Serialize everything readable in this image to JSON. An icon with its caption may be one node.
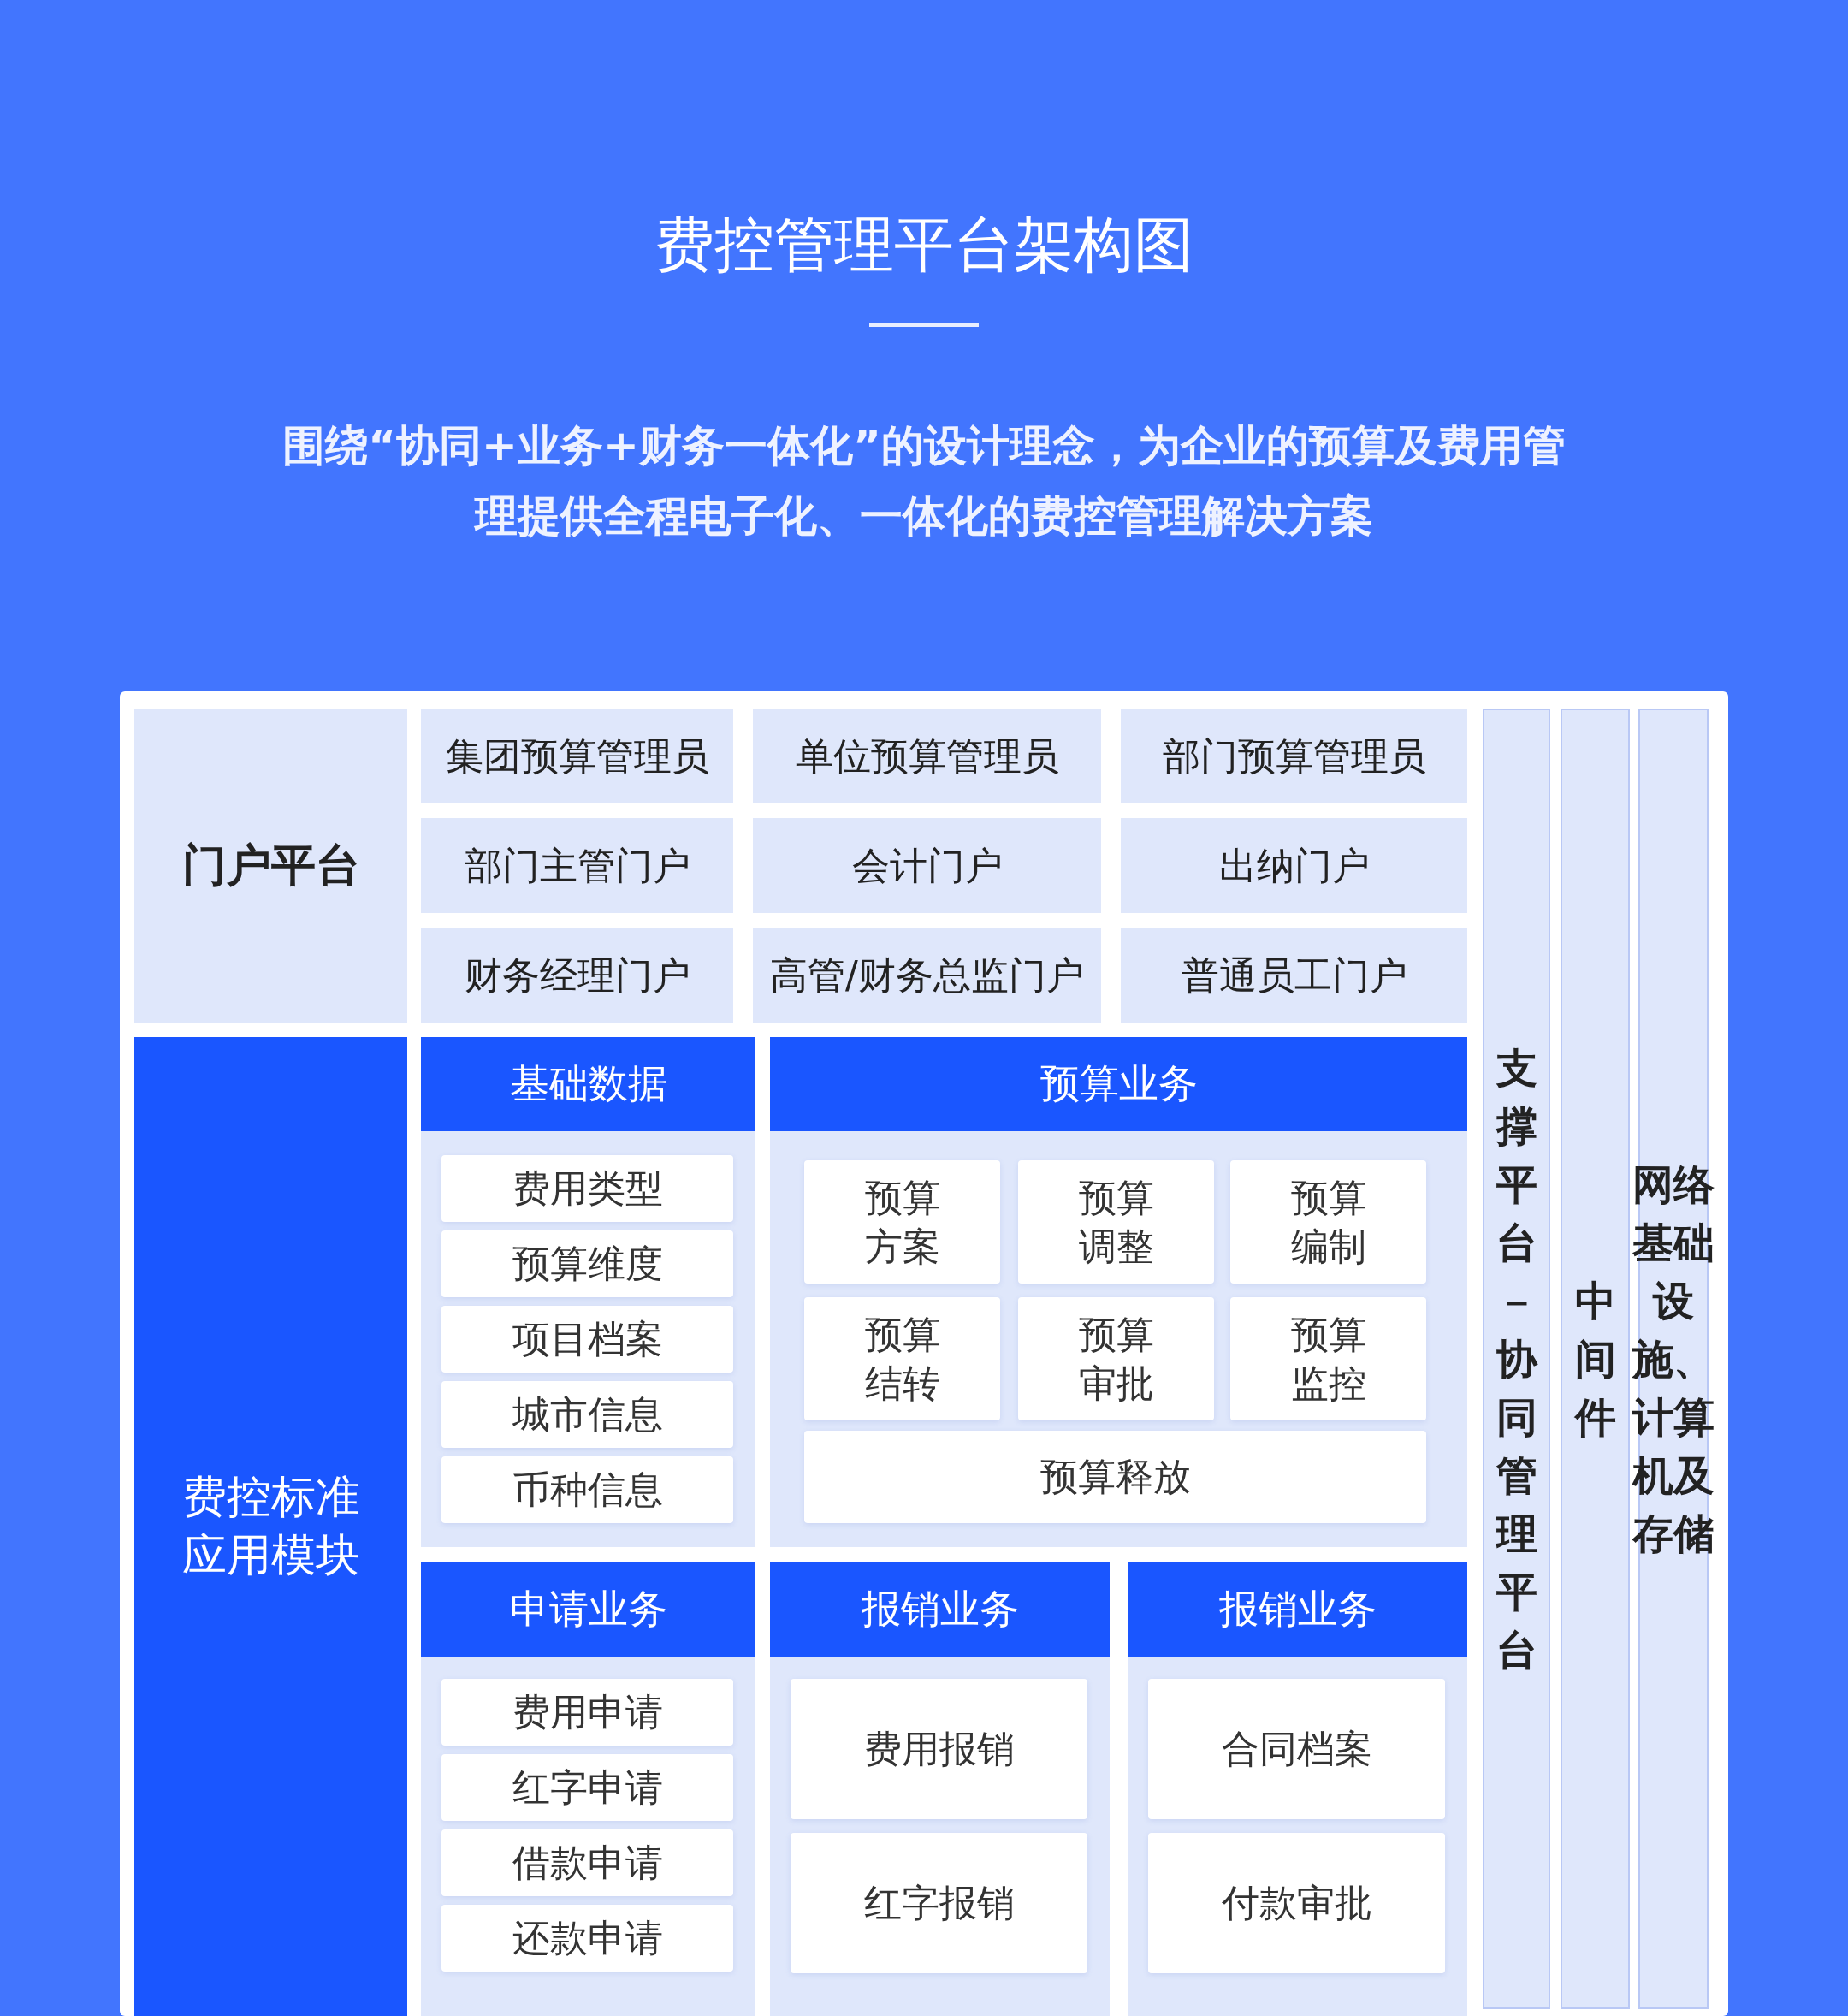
{
  "diagram": {
    "title": "费控管理平台架构图",
    "nodes": [
      {
        "text": [
          "门户平台"
        ]
      },
      {
        "text": [
          "集团预算管理员"
        ]
      },
      {
        "text": [
          "单位预算管理员"
        ]
      },
      {
        "text": [
          "部门预算管理员"
        ]
      },
      {
        "text": [
          "部门主管门户"
        ]
      },
      {
        "text": [
          "会计门户"
        ]
      },
      {
        "text": [
          "出纳门户"
        ]
      },
      {
        "text": [
          "财务经理门户"
        ]
      },
      {
        "text": [
          "高管/财务总监门户"
        ]
      },
      {
        "text": [
          "普通员工门户"
        ]
      },
      {
        "text": [
          "费控标准应用模块"
        ]
      },
      {
        "text": [
          "基础数据"
        ]
      },
      {
        "text": [
          "费用类型"
        ],
        "in": 11
      },
      {
        "text": [
          "预算维度"
        ],
        "in": 11
      },
      {
        "text": [
          "项目档案"
        ],
        "in": 11
      },
      {
        "text": [
          "城市信息"
        ],
        "in": 11
      },
      {
        "text": [
          "币种信息"
        ],
        "in": 11
      },
      {
        "text": [
          "预算业务"
        ]
      },
      {
        "text": [
          "预算方案"
        ],
        "in": 17
      },
      {
        "text": [
          "预算调整"
        ],
        "in": 17
      },
      {
        "text": [
          "预算编制"
        ],
        "in": 17
      },
      {
        "text": [
          "预算结转"
        ],
        "in": 17
      },
      {
        "text": [
          "预算审批"
        ],
        "in": 17
      },
      {
        "text": [
          "预算监控"
        ],
        "in": 17
      },
      {
        "text": [
          "预算释放"
        ],
        "in": 17
      },
      {
        "text": [
          "申请业务"
        ]
      },
      {
        "text": [
          "费用申请"
        ],
        "in": 25
      },
      {
        "text": [
          "红字申请"
        ],
        "in": 25
      },
      {
        "text": [
          "借款申请"
        ],
        "in": 25
      },
      {
        "text": [
          "还款申请"
        ],
        "in": 25
      },
      {
        "text": [
          "报销业务"
        ]
      },
      {
        "text": [
          "费用报销"
        ],
        "in": 30
      },
      {
        "text": [
          "红字报销"
        ],
        "in": 30
      },
      {
        "text": [
          "报销业务"
        ]
      },
      {
        "text": [
          "合同档案"
        ],
        "in": 33
      },
      {
        "text": [
          "付款审批"
        ],
        "in": 33
      },
      {
        "text": [
          "支撑平台－协同管理平台"
        ]
      },
      {
        "text": [
          "中间件"
        ]
      },
      {
        "text": [
          "网络基础设施、计算机及存储"
        ]
      }
    ],
    "labels": [
      "围绕“协同+业务+财务一体化”的设计理念，为企业的预算及费用管理提供全程电子化、一体化的费控管理解决方案"
    ]
  }
}
